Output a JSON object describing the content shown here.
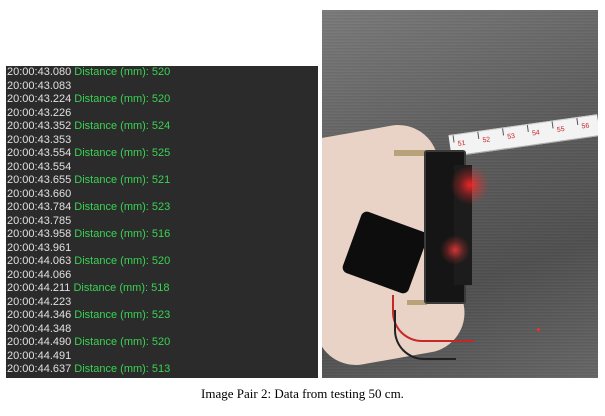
{
  "console": {
    "lines": [
      {
        "ts": "20:00:43.080",
        "dist": "Distance (mm): 520"
      },
      {
        "ts": "20:00:43.083",
        "dist": ""
      },
      {
        "ts": "20:00:43.224",
        "dist": "Distance (mm): 520"
      },
      {
        "ts": "20:00:43.226",
        "dist": ""
      },
      {
        "ts": "20:00:43.352",
        "dist": "Distance (mm): 524"
      },
      {
        "ts": "20:00:43.353",
        "dist": ""
      },
      {
        "ts": "20:00:43.554",
        "dist": "Distance (mm): 525"
      },
      {
        "ts": "20:00:43.554",
        "dist": ""
      },
      {
        "ts": "20:00:43.655",
        "dist": "Distance (mm): 521"
      },
      {
        "ts": "20:00:43.660",
        "dist": ""
      },
      {
        "ts": "20:00:43.784",
        "dist": "Distance (mm): 523"
      },
      {
        "ts": "20:00:43.785",
        "dist": ""
      },
      {
        "ts": "20:00:43.958",
        "dist": "Distance (mm): 516"
      },
      {
        "ts": "20:00:43.961",
        "dist": ""
      },
      {
        "ts": "20:00:44.063",
        "dist": "Distance (mm): 520"
      },
      {
        "ts": "20:00:44.066",
        "dist": ""
      },
      {
        "ts": "20:00:44.211",
        "dist": "Distance (mm): 518"
      },
      {
        "ts": "20:00:44.223",
        "dist": ""
      },
      {
        "ts": "20:00:44.346",
        "dist": "Distance (mm): 523"
      },
      {
        "ts": "20:00:44.348",
        "dist": ""
      },
      {
        "ts": "20:00:44.490",
        "dist": "Distance (mm): 520"
      },
      {
        "ts": "20:00:44.491",
        "dist": ""
      },
      {
        "ts": "20:00:44.637",
        "dist": "Distance (mm): 513"
      }
    ],
    "colors": {
      "background": "#2b2b2b",
      "timestamp": "#e0e0e0",
      "distance": "#39d353"
    }
  },
  "photo": {
    "tape_numbers": [
      "51",
      "52",
      "53",
      "54",
      "55",
      "56"
    ]
  },
  "caption": "Image Pair 2: Data from testing 50 cm."
}
